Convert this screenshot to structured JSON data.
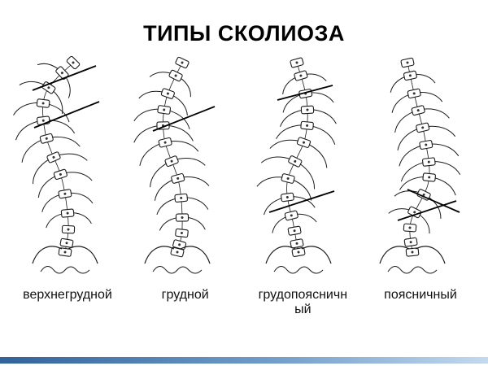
{
  "slide": {
    "title": "ТИПЫ СКОЛИОЗА",
    "background_color": "#ffffff",
    "ink_color": "#1c1c1c",
    "accent_bar_colors": [
      "#31639c",
      "#6f9cc9",
      "#c3d9ef"
    ]
  },
  "figures": [
    {
      "id": "upper-thoracic",
      "label": "верхнегрудной"
    },
    {
      "id": "thoracic",
      "label": "грудной"
    },
    {
      "id": "thoracolumbar",
      "label": "грудопоясничный"
    },
    {
      "id": "lumbar",
      "label": "поясничный"
    }
  ]
}
